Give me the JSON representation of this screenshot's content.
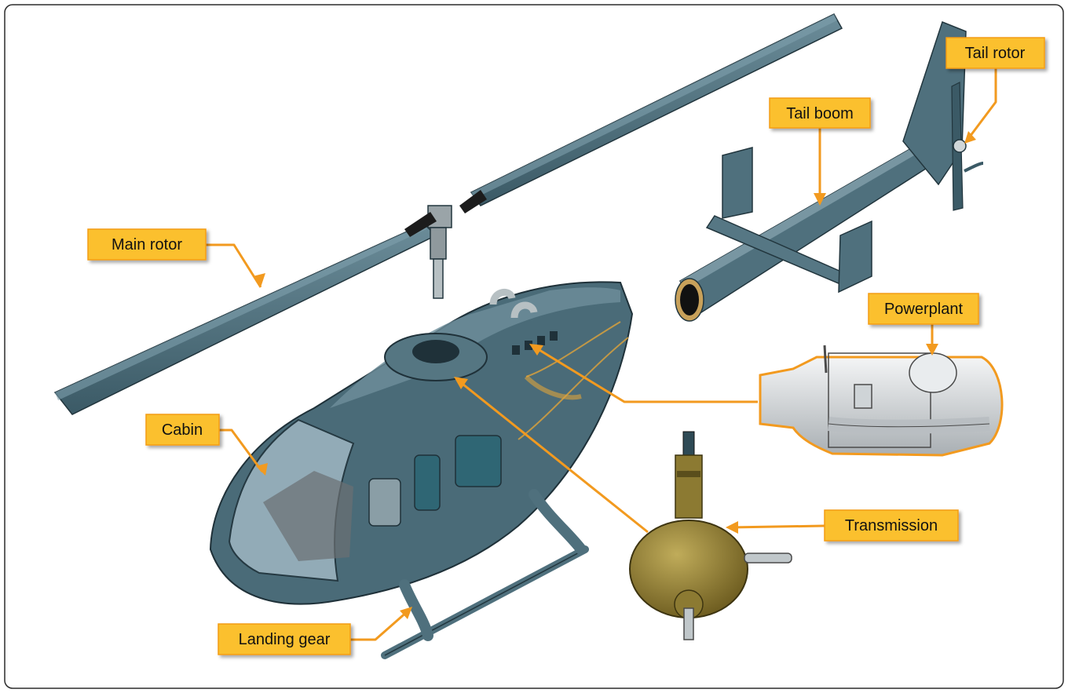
{
  "colors": {
    "frame": "#2b2b2b",
    "label_fill": "#fbc02d",
    "label_border": "#f39c12",
    "leader": "#f29a1f",
    "body": "#4a6b78",
    "body_dark": "#2e4a55",
    "body_light": "#6e8f9b",
    "glass": "#9fb7c2",
    "engine": "#d9dde0",
    "transmission": "#8c7a32"
  },
  "labels": {
    "main_rotor": "Main rotor",
    "tail_boom": "Tail boom",
    "tail_rotor": "Tail rotor",
    "powerplant": "Powerplant",
    "cabin": "Cabin",
    "transmission": "Transmission",
    "landing_gear": "Landing gear"
  }
}
